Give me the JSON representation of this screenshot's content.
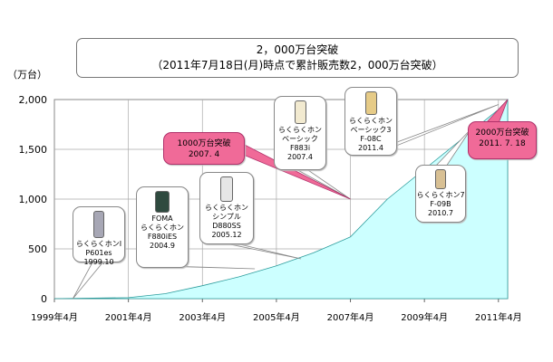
{
  "title": {
    "line1": "2，000万台突破",
    "line2": "（2011年7月18日(月)時点で累計販売数2，000万台突破）"
  },
  "unit_label": "（万台）",
  "chart_data": {
    "type": "area",
    "x_ticks": [
      "1999年4月",
      "2001年4月",
      "2003年4月",
      "2005年4月",
      "2007年4月",
      "2009年4月",
      "2011年4月"
    ],
    "y_ticks": [
      "0",
      "500",
      "1,000",
      "1,500",
      "2,000"
    ],
    "ylim": [
      0,
      2000
    ],
    "xlim": [
      "1999-04",
      "2011-07"
    ],
    "grid": true,
    "series": [
      {
        "values": [
          {
            "x": "1999-04",
            "y": 0
          },
          {
            "x": "2001-04",
            "y": 10
          },
          {
            "x": "2002-04",
            "y": 50
          },
          {
            "x": "2003-04",
            "y": 130
          },
          {
            "x": "2004-04",
            "y": 220
          },
          {
            "x": "2005-04",
            "y": 330
          },
          {
            "x": "2006-04",
            "y": 460
          },
          {
            "x": "2007-04",
            "y": 620
          },
          {
            "x": "2008-04",
            "y": 1000
          },
          {
            "x": "2009-04",
            "y": 1300
          },
          {
            "x": "2010-04",
            "y": 1600
          },
          {
            "x": "2011-04",
            "y": 1900
          },
          {
            "x": "2011-07",
            "y": 2000
          }
        ],
        "color": "#ccffff"
      }
    ],
    "annotations": [
      {
        "lines": [
          "らくらくホンⅠ",
          "P601es",
          "1999.10"
        ],
        "point": {
          "x": "1999-10",
          "y": 0
        },
        "phone_color": "#a7a7b5"
      },
      {
        "lines": [
          "FOMA",
          "らくらくホン",
          "F880iES",
          "2004.9"
        ],
        "point": {
          "x": "2004-09",
          "y": 300
        },
        "phone_color": "#2f4a3f"
      },
      {
        "lines": [
          "らくらくホン",
          "シンプル",
          "D880SS",
          "2005.12"
        ],
        "point": {
          "x": "2005-12",
          "y": 400
        },
        "phone_color": "#e6e6e6"
      },
      {
        "lines": [
          "らくらくホン",
          "ベーシック",
          "F883i",
          "2007.4"
        ],
        "point": {
          "x": "2007-04",
          "y": 1000
        },
        "phone_color": "#f2ead0"
      },
      {
        "lines": [
          "らくらくホン",
          "ベーシック3",
          "F-08C",
          "2011.4"
        ],
        "point": {
          "x": "2011-04",
          "y": 1950
        },
        "phone_color": "#e6cb87"
      },
      {
        "lines": [
          "らくらくホン7",
          "F-09B",
          "2010.7"
        ],
        "point": {
          "x": "2010-07",
          "y": 1700
        },
        "phone_color": "#d8c094"
      }
    ],
    "milestones": [
      {
        "lines": [
          "1000万台突破",
          "2007. 4"
        ],
        "point": {
          "x": "2007-04",
          "y": 1000
        },
        "color": "#f06a98"
      },
      {
        "lines": [
          "2000万台突破",
          "2011. 7. 18"
        ],
        "point": {
          "x": "2011-07",
          "y": 2000
        },
        "color": "#f06a98"
      }
    ]
  }
}
